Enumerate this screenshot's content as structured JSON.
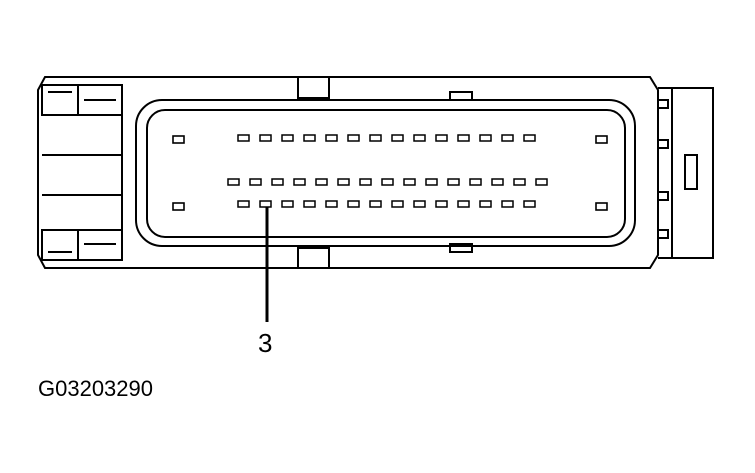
{
  "diagram": {
    "callout_label": "3",
    "figure_id": "G03203290",
    "pin_rows": {
      "row1": 14,
      "row2": 15,
      "row3": 14
    },
    "side_pins": 2
  }
}
